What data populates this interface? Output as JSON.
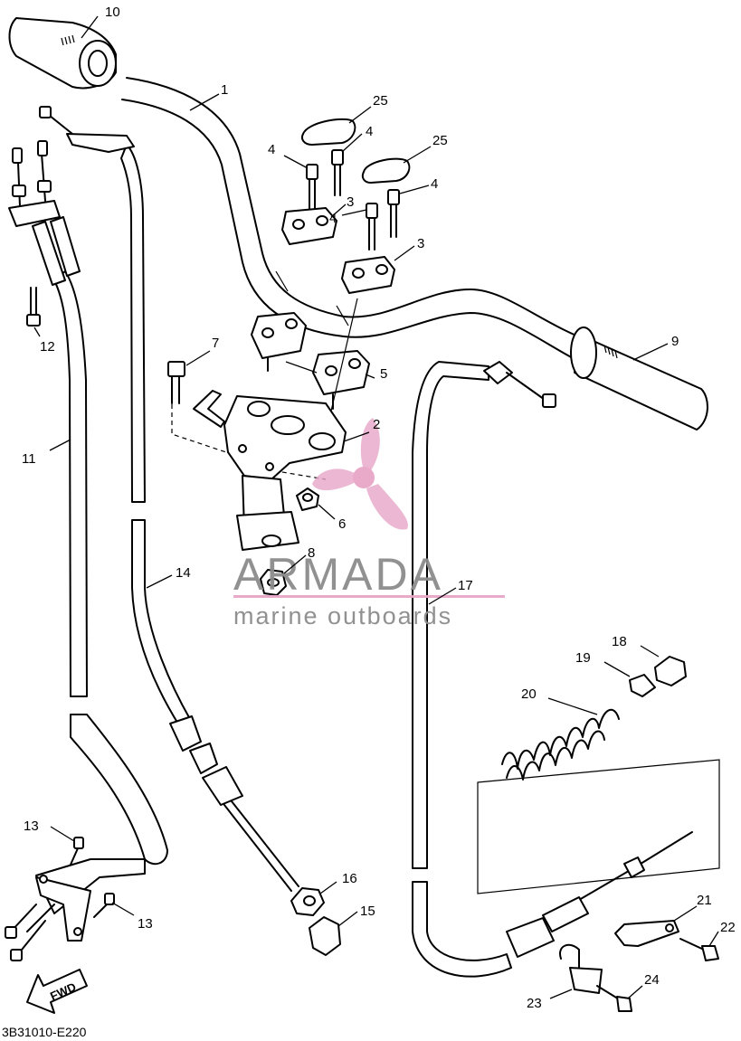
{
  "callouts": [
    {
      "label": "1"
    },
    {
      "label": "2"
    },
    {
      "label": "3"
    },
    {
      "label": "3"
    },
    {
      "label": "4"
    },
    {
      "label": "4"
    },
    {
      "label": "4"
    },
    {
      "label": "4"
    },
    {
      "label": "5"
    },
    {
      "label": "6"
    },
    {
      "label": "7"
    },
    {
      "label": "8"
    },
    {
      "label": "9"
    },
    {
      "label": "10"
    },
    {
      "label": "11"
    },
    {
      "label": "12"
    },
    {
      "label": "13"
    },
    {
      "label": "13"
    },
    {
      "label": "14"
    },
    {
      "label": "15"
    },
    {
      "label": "16"
    },
    {
      "label": "17"
    },
    {
      "label": "18"
    },
    {
      "label": "19"
    },
    {
      "label": "20"
    },
    {
      "label": "21"
    },
    {
      "label": "22"
    },
    {
      "label": "23"
    },
    {
      "label": "24"
    },
    {
      "label": "25"
    },
    {
      "label": "25"
    }
  ],
  "watermark": {
    "title": "ARMADA",
    "subtitle": "marine outboards",
    "accent_color": "#e8a6c8"
  },
  "fwd_label": "FWD",
  "diagram_code": "3B31010-E220"
}
